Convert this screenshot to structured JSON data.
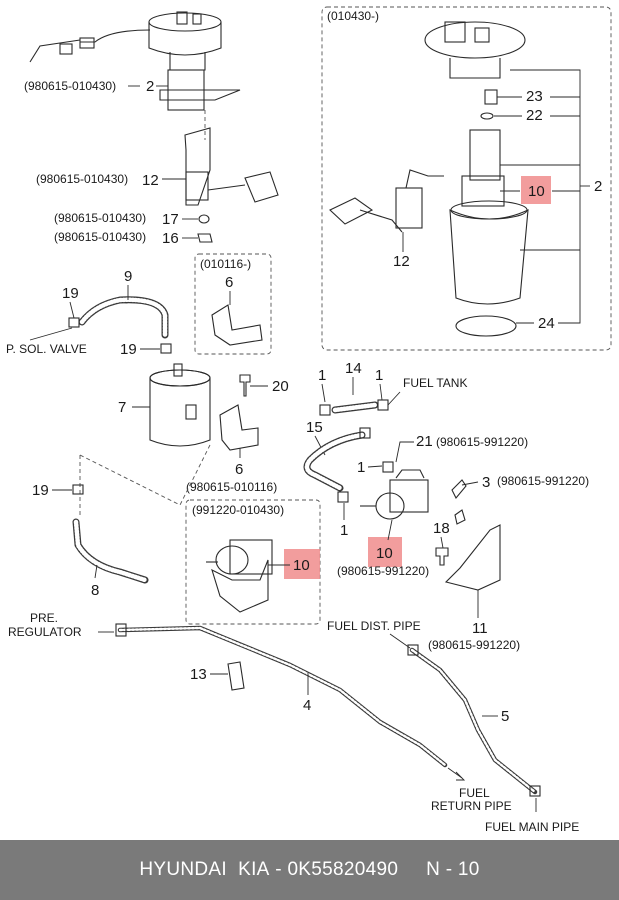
{
  "footer": {
    "make": "HYUNDAI",
    "brand": "KIA",
    "part_number": "0K55820490",
    "ref": "N - 10"
  },
  "diagram": {
    "callouts": {
      "c2_left": "2",
      "c12_left": "12",
      "c17": "17",
      "c16": "16",
      "c9": "9",
      "c19_a": "19",
      "c19_b": "19",
      "c19_c": "19",
      "c6_box": "6",
      "c7": "7",
      "c20": "20",
      "c6_lower": "6",
      "c8": "8",
      "c10_lower": "10",
      "c13": "13",
      "c4": "4",
      "c1_a": "1",
      "c14": "14",
      "c1_b": "1",
      "c15": "15",
      "c21": "21",
      "c1_c": "1",
      "c1_d": "1",
      "c3": "3",
      "c18": "18",
      "c10_mid": "10",
      "c11": "11",
      "c5": "5",
      "c23": "23",
      "c22": "22",
      "c10_box": "10",
      "c2_right": "2",
      "c12_right": "12",
      "c24": "24"
    },
    "codes": {
      "code_980615_010430_a": "(980615-010430)",
      "code_980615_010430_b": "(980615-010430)",
      "code_980615_010430_c": "(980615-010430)",
      "code_980615_010430_d": "(980615-010430)",
      "code_010116_box": "(010116-)",
      "code_980615_010116": "(980615-010116)",
      "code_991220_010430": "(991220-010430)",
      "code_010430_box": "(010430-)",
      "code_980615_991220_a": "(980615-991220)",
      "code_980615_991220_b": "(980615-991220)",
      "code_980615_991220_c": "(980615-991220)",
      "code_980615_991220_d": "(980615-991220)"
    },
    "names": {
      "p_sol_valve": "P. SOL. VALVE",
      "fuel_tank": "FUEL TANK",
      "pre": "PRE.",
      "regulator": "REGULATOR",
      "fuel_dist_pipe": "FUEL DIST. PIPE",
      "fuel": "FUEL",
      "return_pipe": "RETURN PIPE",
      "fuel_main_pipe": "FUEL MAIN PIPE"
    },
    "highlight_color": "#f08c8c"
  }
}
